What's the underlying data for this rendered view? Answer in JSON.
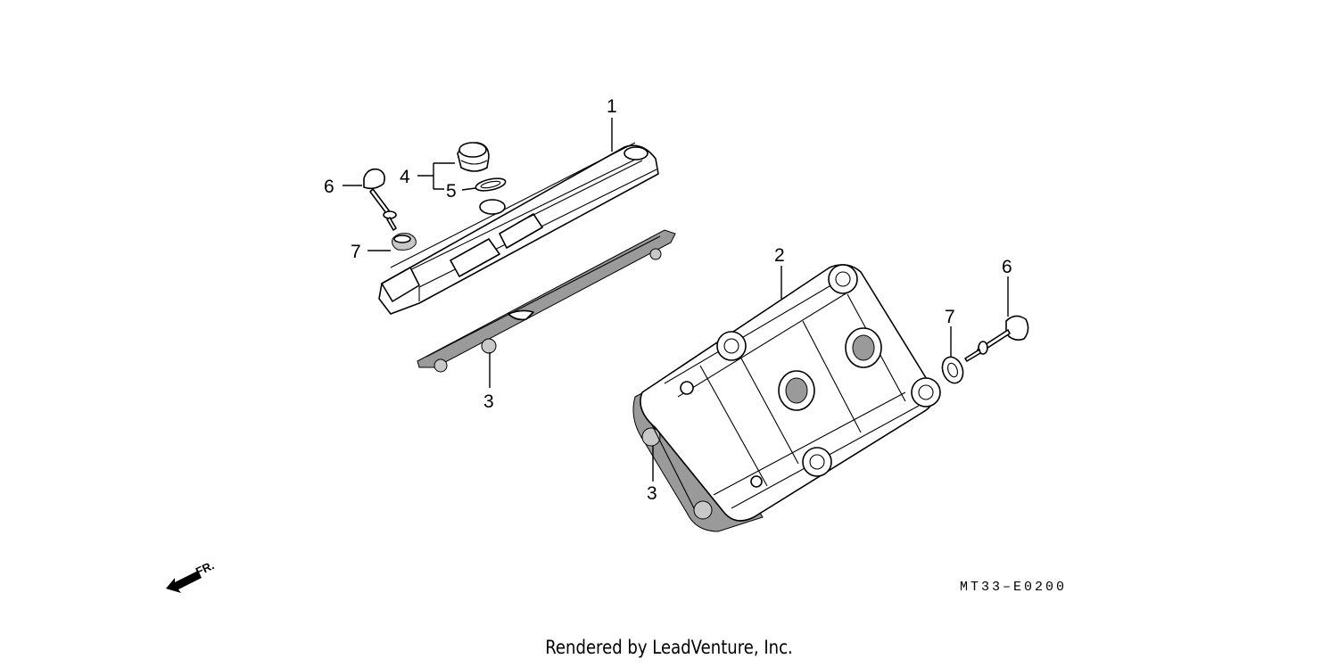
{
  "callouts": {
    "c1": "1",
    "c2": "2",
    "c3a": "3",
    "c3b": "3",
    "c4": "4",
    "c5": "5",
    "c6a": "6",
    "c6b": "6",
    "c7a": "7",
    "c7b": "7"
  },
  "direction_label": "FR.",
  "diagram_code": "MT33–E0200",
  "footer_credit": "Rendered by LeadVenture, Inc."
}
